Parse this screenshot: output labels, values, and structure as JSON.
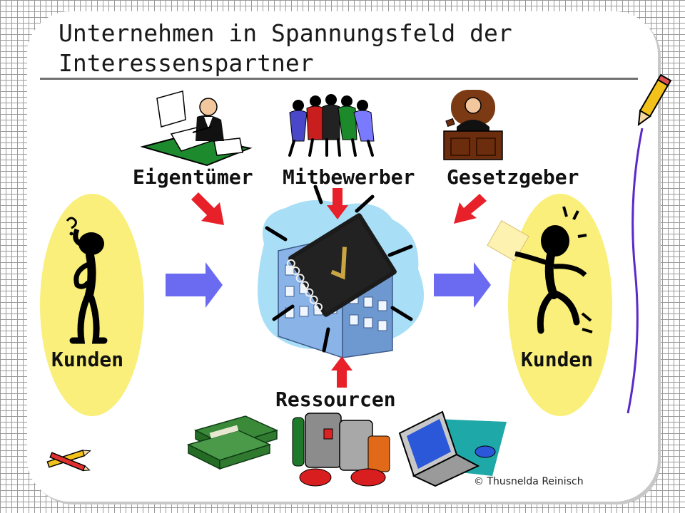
{
  "title": "Unternehmen in Spannungsfeld der\nInteressenspartner",
  "labels": {
    "top_left": "Eigentümer",
    "top_center": "Mitbewerber",
    "top_right": "Gesetzgeber",
    "left": "Kunden",
    "right": "Kunden",
    "bottom": "Ressourcen"
  },
  "copyright": "© Thusnelda Reinisch",
  "colors": {
    "customer_oval": "#f9ef7a",
    "arrow_red": "#e8202a",
    "arrow_blue": "#6b6bf2",
    "building_blue": "#8ab4e8",
    "cloud_blue": "#a8dff7"
  },
  "icons": [
    "pencil-icon",
    "pencils-icon",
    "owner-clipart",
    "competitors-clipart",
    "legislator-clipart",
    "confused-customer-clipart",
    "happy-customer-clipart",
    "company-building-clipart",
    "money-clipart",
    "barrels-clipart",
    "computer-clipart"
  ]
}
